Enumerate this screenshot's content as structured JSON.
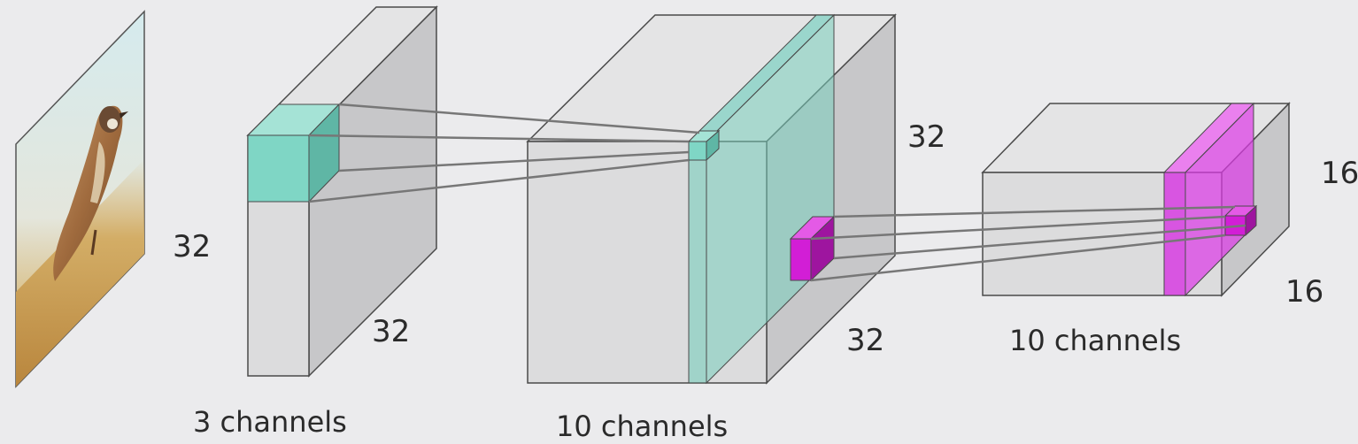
{
  "input_image": {
    "subject": "bird photo"
  },
  "volumes": [
    {
      "id": "input",
      "height": "32",
      "depth": "32",
      "channels": "3 channels"
    },
    {
      "id": "conv1",
      "height": "32",
      "depth": "32",
      "channels": "10 channels"
    },
    {
      "id": "pool1",
      "height": "16",
      "depth": "16",
      "channels": "10 channels"
    }
  ],
  "colors": {
    "background": "#ebebed",
    "front_face": "#dcdcdd",
    "top_face": "#e4e4e5",
    "side_face": "#c7c7c9",
    "edge": "#4a4a4a",
    "teal_front": "#7fd6c5",
    "teal_side": "#5fb6a5",
    "teal_slice": "rgba(120,205,188,0.55)",
    "magenta_front": "#d21ed6",
    "magenta_side": "#9e159f",
    "magenta_slice": "rgba(220,60,230,0.72)",
    "connector": "#777777"
  }
}
